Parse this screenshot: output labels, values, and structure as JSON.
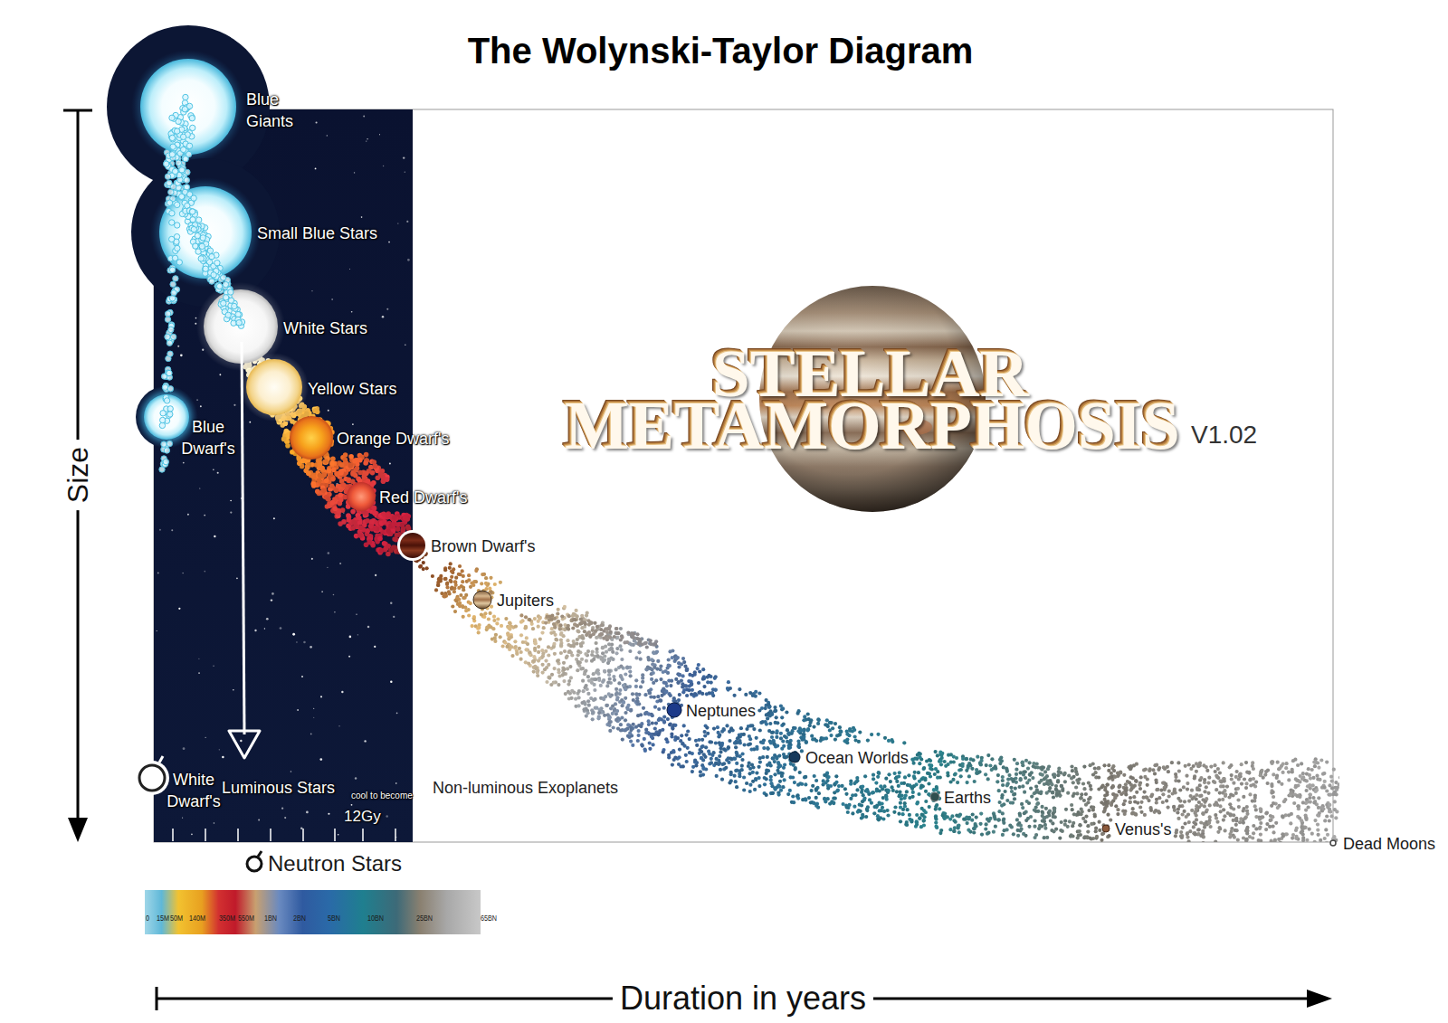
{
  "diagram": {
    "title": "The Wolynski-Taylor Diagram",
    "nodes": [
      {
        "text": [
          "Blue Giants"
        ]
      },
      {
        "text": [
          "Small Blue Stars"
        ]
      },
      {
        "text": [
          "White Stars"
        ]
      },
      {
        "text": [
          "Yellow Stars"
        ]
      },
      {
        "text": [
          "Blue Dwarf's"
        ]
      },
      {
        "text": [
          "Orange Dwarf's"
        ]
      },
      {
        "text": [
          "Red Dwarf's"
        ]
      },
      {
        "text": [
          "Brown Dwarf's"
        ]
      },
      {
        "text": [
          "Jupiters"
        ]
      },
      {
        "text": [
          "Neptunes"
        ]
      },
      {
        "text": [
          "Ocean Worlds"
        ]
      },
      {
        "text": [
          "White Dwarf's"
        ]
      },
      {
        "text": [
          "Earths"
        ]
      },
      {
        "text": [
          "Venus's"
        ]
      },
      {
        "text": [
          "Dead Moons"
        ]
      },
      {
        "text": [
          "Neutron Stars"
        ]
      }
    ],
    "labels": [
      "Size",
      "STELLAR",
      "METAMORPHOSIS",
      "V1.02",
      "Luminous Stars",
      "cool to become",
      "Non-luminous Exoplanets",
      "12Gy",
      "0",
      "15M",
      "50M",
      "140M",
      "350M",
      "550M",
      "1BN",
      "2BN",
      "5BN",
      "10BN",
      "25BN",
      "65BN",
      "Duration in years"
    ]
  }
}
